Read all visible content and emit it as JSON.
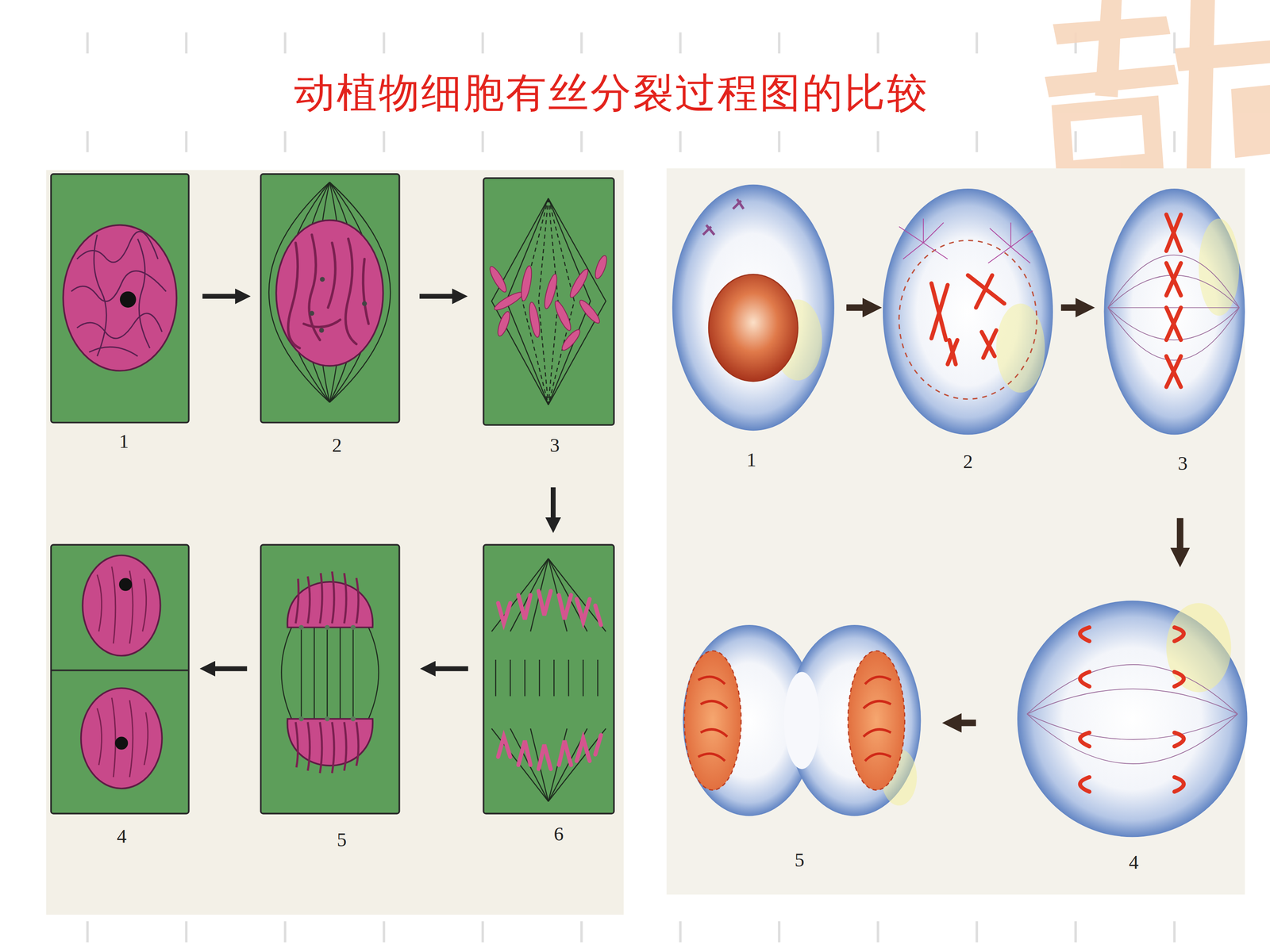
{
  "diagram": {
    "title": "动植物细胞有丝分裂过程图的比较",
    "labels": [
      "1",
      "2",
      "3",
      "4",
      "5",
      "6",
      "1",
      "2",
      "3",
      "4",
      "5"
    ]
  }
}
